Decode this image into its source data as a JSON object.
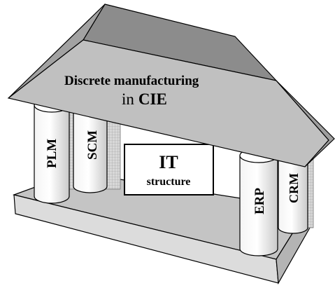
{
  "roof": {
    "title_line1": "Discrete manufacturing",
    "title_line2_prefix": "in",
    "title_line2_bold": "CIE"
  },
  "pillars": {
    "plm": "PLM",
    "scm": "SCM",
    "erp": "ERP",
    "crm": "CRM"
  },
  "center_box": {
    "title": "IT",
    "subtitle": "structure"
  },
  "colors": {
    "roof_top": "#8c8c8c",
    "roof_front": "#c0c0c0",
    "roof_side": "#9e9e9e",
    "base_top": "#c4c4c4",
    "base_front": "#dcdcdc",
    "pillar_light": "#ffffff",
    "pillar_shade": "#bdbdbd",
    "outline": "#000000"
  }
}
